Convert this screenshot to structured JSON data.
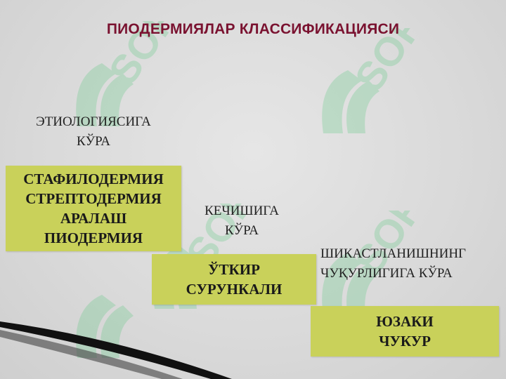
{
  "title": "ПИОДЕРМИЯЛАР КЛАССИФИКАЦИЯСИ",
  "groups": [
    {
      "heading": "ЭТИОЛОГИЯСИГА\nКЎРА",
      "items": [
        "СТАФИЛОДЕРМИЯ",
        "СТРЕПТОДЕРМИЯ",
        "АРАЛАШ",
        "ПИОДЕРМИЯ"
      ]
    },
    {
      "heading": "КЕЧИШИГА\nКЎРА",
      "items": [
        "ЎТКИР",
        "СУРУНКАЛИ"
      ]
    },
    {
      "heading": "ШИКАСТЛАНИШНИНГ\nЧУҚУРЛИГИГА КЎРА",
      "items": [
        "ЮЗАКИ",
        "ЧУКУР"
      ]
    }
  ],
  "watermark_text": "SOFF",
  "colors": {
    "title": "#7a1230",
    "box_fill": "#c9d15a",
    "watermark": "#3cc46a"
  }
}
